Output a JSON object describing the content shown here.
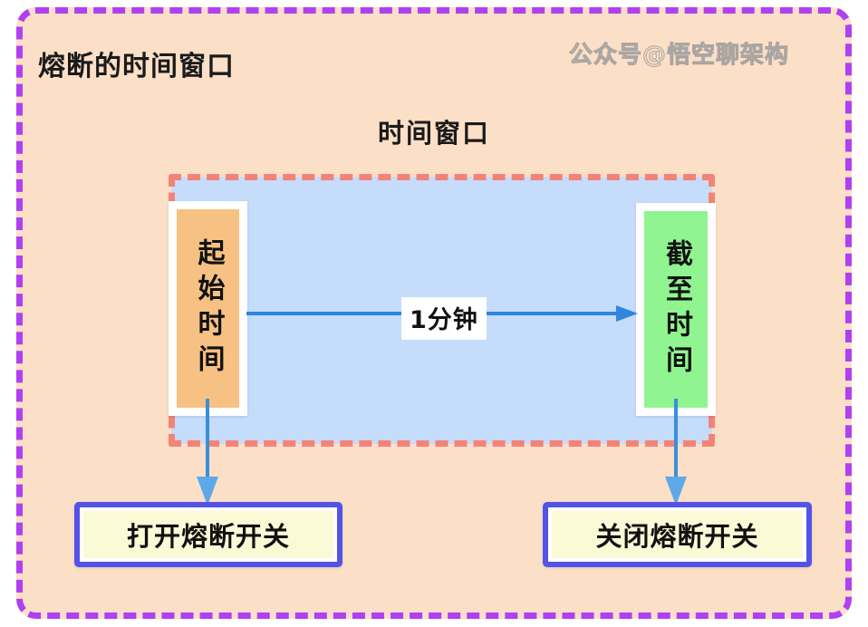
{
  "diagram": {
    "title": "熔断的时间窗口",
    "watermark": "公众号@悟空聊架构",
    "window_title": "时间窗口",
    "duration_label": "1分钟"
  },
  "endpoints": {
    "start": {
      "label": "起始时间",
      "color": "#F7C183"
    },
    "end": {
      "label": "截至时间",
      "color": "#90F590"
    }
  },
  "actions": {
    "open": {
      "label": "打开熔断开关"
    },
    "close": {
      "label": "关闭熔断开关"
    }
  },
  "colors": {
    "outer_border": "#B040F0",
    "outer_fill": "#FBDFC7",
    "window_fill": "#C6DCFB",
    "window_border": "#F48377",
    "arrow": "#2E86DE",
    "action_border": "#5353E8",
    "action_fill": "#FAFAD7"
  }
}
